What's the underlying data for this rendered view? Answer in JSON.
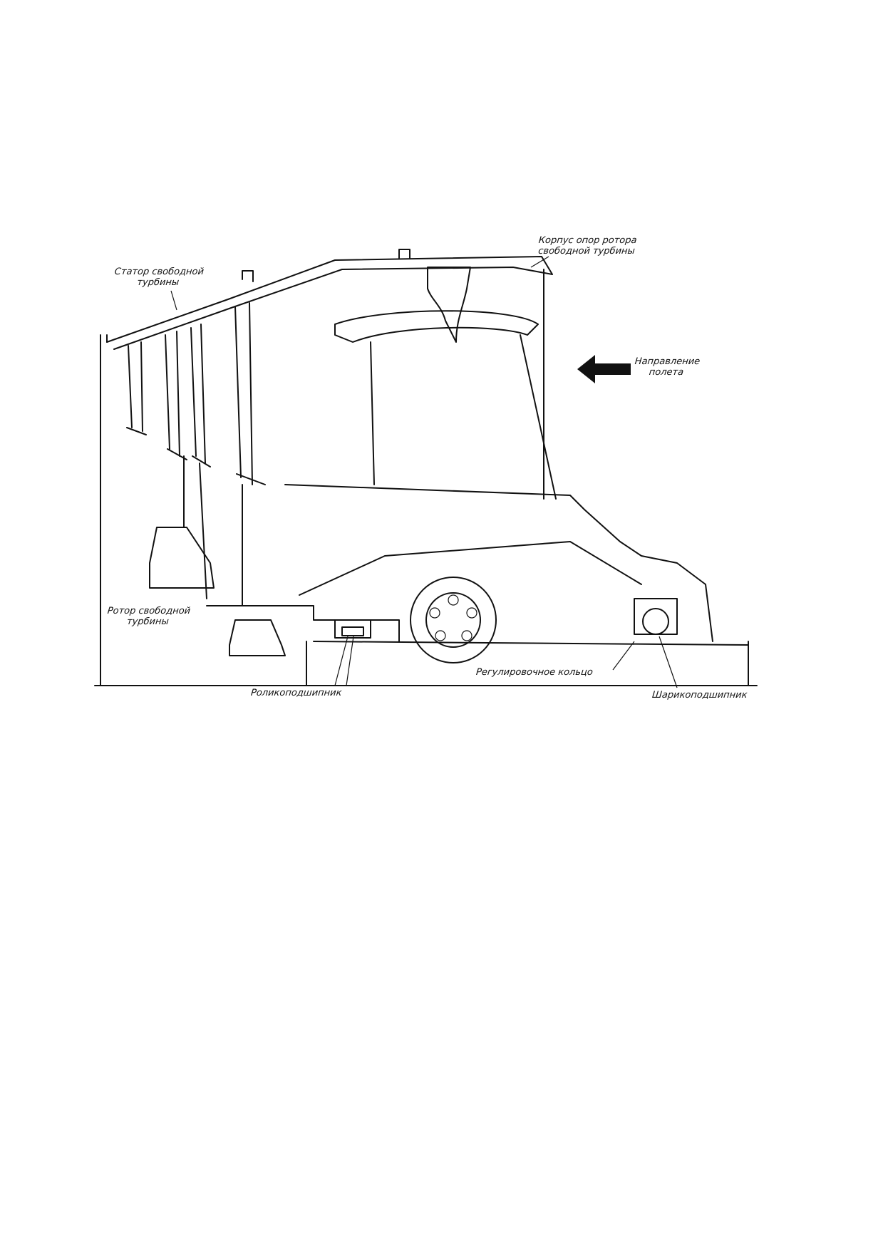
{
  "labels": {
    "stator_line1": "Статор свободной",
    "stator_line2": "турбины",
    "casing_line1": "Корпус опор ротора",
    "casing_line2": "свободной турбины",
    "direction_line1": "Направление",
    "direction_line2": "полета",
    "rotor_line1": "Ротор свободной",
    "rotor_line2": "турбины",
    "roller_bearing": "Роликоподшипник",
    "adjusting_ring": "Регулировочное кольцо",
    "ball_bearing": "Шарикоподшипник"
  }
}
